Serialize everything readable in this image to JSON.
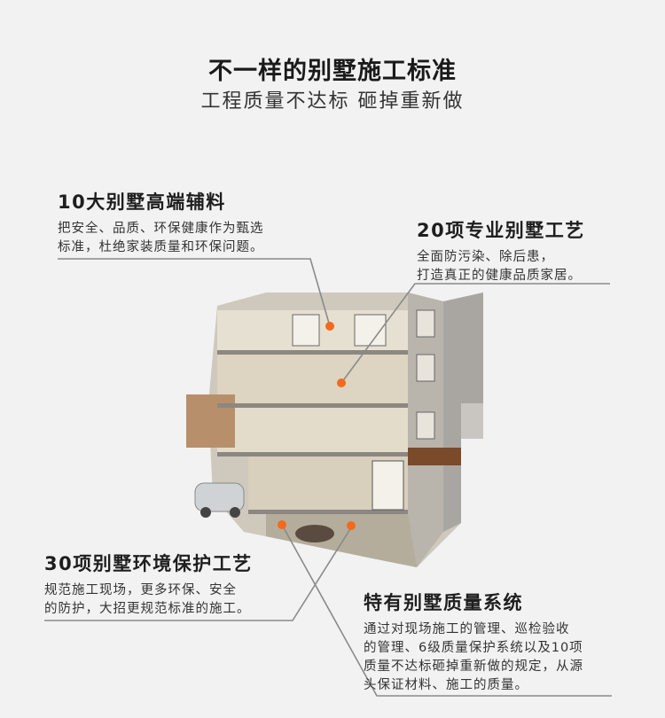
{
  "header": {
    "title": "不一样的别墅施工标准",
    "subtitle": "工程质量不达标  砸掉重新做"
  },
  "features": [
    {
      "heading": "10大别墅高端辅料",
      "lines": [
        "把安全、品质、环保健康作为甄选",
        "标准，杜绝家装质量和环保问题。"
      ]
    },
    {
      "heading": "20项专业别墅工艺",
      "lines": [
        "全面防污染、除后患，",
        "打造真正的健康品质家居。"
      ]
    },
    {
      "heading": "30项别墅环境保护工艺",
      "lines": [
        "规范施工现场，更多环保、安全",
        "的防护，大招更规范标准的施工。"
      ]
    },
    {
      "heading": "特有别墅质量系统",
      "lines": [
        "通过对现场施工的管理、巡检验收",
        "的管理、6级质量保护系统以及10项",
        "质量不达标砸掉重新做的规定，从源",
        "头保证材料、施工的质量。"
      ]
    }
  ],
  "colors": {
    "background": "#f2f2f2",
    "marker": "#f26a1b",
    "line": "#8a8a8a"
  }
}
